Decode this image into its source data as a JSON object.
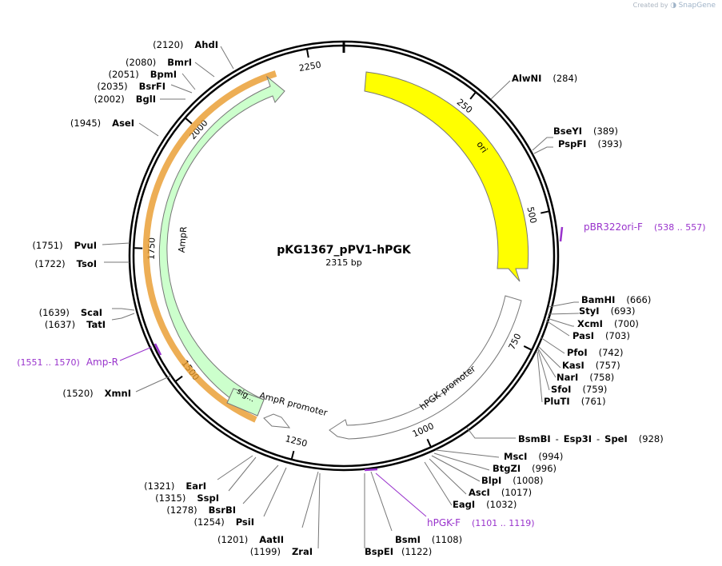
{
  "plasmid": {
    "name": "pKG1367_pPV1-hPGK",
    "size_label": "2315 bp",
    "length": 2315
  },
  "watermark": {
    "prefix": "Created by",
    "brand": "SnapGene"
  },
  "colors": {
    "ori": "#ffff00",
    "ampr": "#ccffcc",
    "ampr_shadow": "#e89a2a",
    "primer": "#9933cc",
    "line": "#777777",
    "text": "#000000"
  },
  "ticks": [
    {
      "pos": 250,
      "label": "250"
    },
    {
      "pos": 500,
      "label": "500"
    },
    {
      "pos": 750,
      "label": "750"
    },
    {
      "pos": 1000,
      "label": "1000"
    },
    {
      "pos": 1250,
      "label": "1250"
    },
    {
      "pos": 1500,
      "label": "1500"
    },
    {
      "pos": 1750,
      "label": "1750"
    },
    {
      "pos": 2000,
      "label": "2000"
    },
    {
      "pos": 2250,
      "label": "2250"
    }
  ],
  "features": [
    {
      "name": "ori",
      "start": 70,
      "end": 660,
      "direction": 1,
      "color": "#ffff00",
      "label": "ori"
    },
    {
      "name": "hPGK promoter",
      "start": 720,
      "end": 1185,
      "direction": -1,
      "color": "#ffffff",
      "label": "hPGK promoter"
    },
    {
      "name": "AmpR promoter",
      "start": 1185,
      "end": 1290,
      "direction": -1,
      "color": "#ffffff",
      "label": "AmpR promoter"
    },
    {
      "name": "AmpR",
      "start": 1330,
      "end": 2200,
      "direction": 1,
      "color": "#ccffcc",
      "label": "AmpR"
    },
    {
      "name": "sig",
      "start": 1330,
      "end": 1400,
      "direction": 1,
      "color": "#ccffcc",
      "label": "sig..."
    }
  ],
  "enzymes": [
    {
      "name": "AlwNI",
      "pos": "(284)"
    },
    {
      "name": "BseYI",
      "pos": "(389)"
    },
    {
      "name": "PspFI",
      "pos": "(393)"
    },
    {
      "name": "BamHI",
      "pos": "(666)"
    },
    {
      "name": "StyI",
      "pos": "(693)"
    },
    {
      "name": "XcmI",
      "pos": "(700)"
    },
    {
      "name": "PasI",
      "pos": "(703)"
    },
    {
      "name": "PfoI",
      "pos": "(742)"
    },
    {
      "name": "KasI",
      "pos": "(757)"
    },
    {
      "name": "NarI",
      "pos": "(758)"
    },
    {
      "name": "SfoI",
      "pos": "(759)"
    },
    {
      "name": "PluTI",
      "pos": "(761)"
    },
    {
      "name": "BsmBI",
      "name2": "Esp3I",
      "name3": "SpeI",
      "pos": "(928)"
    },
    {
      "name": "MscI",
      "pos": "(994)"
    },
    {
      "name": "BtgZI",
      "pos": "(996)"
    },
    {
      "name": "BlpI",
      "pos": "(1008)"
    },
    {
      "name": "AscI",
      "pos": "(1017)"
    },
    {
      "name": "EagI",
      "pos": "(1032)"
    },
    {
      "name": "BsmI",
      "pos": "(1108)"
    },
    {
      "name": "BspEI",
      "pos": "(1122)"
    },
    {
      "name": "ZraI",
      "pos": "(1199)"
    },
    {
      "name": "AatII",
      "pos": "(1201)"
    },
    {
      "name": "PsiI",
      "pos": "(1254)"
    },
    {
      "name": "BsrBI",
      "pos": "(1278)"
    },
    {
      "name": "SspI",
      "pos": "(1315)"
    },
    {
      "name": "EarI",
      "pos": "(1321)"
    },
    {
      "name": "XmnI",
      "pos": "(1520)"
    },
    {
      "name": "TatI",
      "pos": "(1637)"
    },
    {
      "name": "ScaI",
      "pos": "(1639)"
    },
    {
      "name": "TsoI",
      "pos": "(1722)"
    },
    {
      "name": "PvuI",
      "pos": "(1751)"
    },
    {
      "name": "AseI",
      "pos": "(1945)"
    },
    {
      "name": "BglI",
      "pos": "(2002)"
    },
    {
      "name": "BsrFI",
      "pos": "(2035)"
    },
    {
      "name": "BpmI",
      "pos": "(2051)"
    },
    {
      "name": "BmrI",
      "pos": "(2080)"
    },
    {
      "name": "AhdI",
      "pos": "(2120)"
    }
  ],
  "primers": [
    {
      "name": "pBR322ori-F",
      "range": "(538 .. 557)"
    },
    {
      "name": "hPGK-F",
      "range": "(1101 .. 1119)"
    },
    {
      "name": "Amp-R",
      "range": "(1551 .. 1570)"
    }
  ]
}
